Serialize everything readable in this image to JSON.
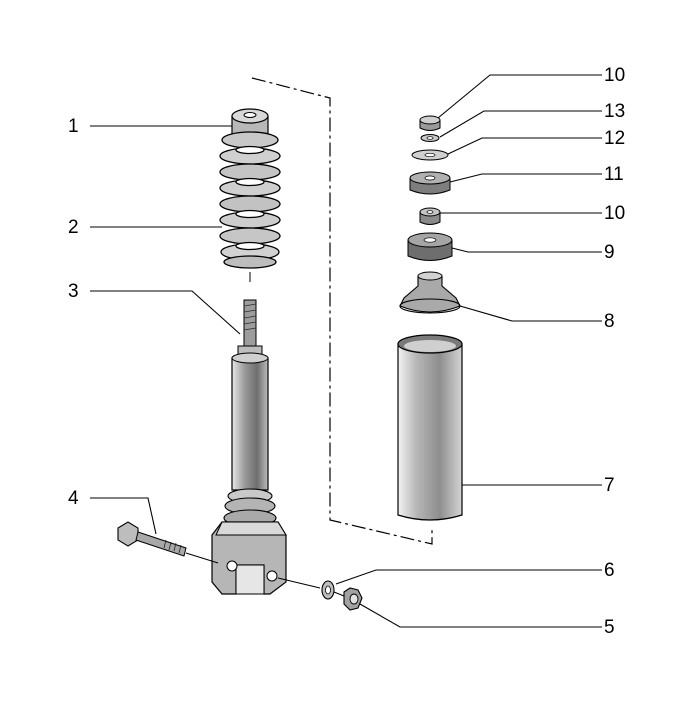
{
  "labels": {
    "l1": "1",
    "l2": "2",
    "l3": "3",
    "l4": "4",
    "r10a": "10",
    "r13": "13",
    "r12": "12",
    "r11": "11",
    "r10b": "10",
    "r9": "9",
    "r8": "8",
    "r7": "7",
    "r6": "6",
    "r5": "5"
  }
}
